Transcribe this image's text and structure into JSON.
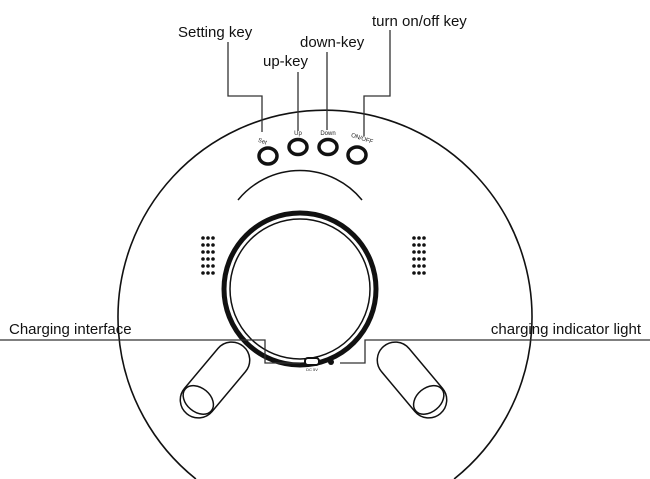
{
  "callouts": {
    "setting_key": "Setting key",
    "up_key": "up-key",
    "down_key": "down-key",
    "power_key": "turn on/off key",
    "charging_interface": "Charging interface",
    "charging_indicator": "charging indicator light"
  },
  "buttons": {
    "set": "Set",
    "up": "Up",
    "down": "Down",
    "power": "ON/OFF"
  },
  "port_label": "DC 5V"
}
